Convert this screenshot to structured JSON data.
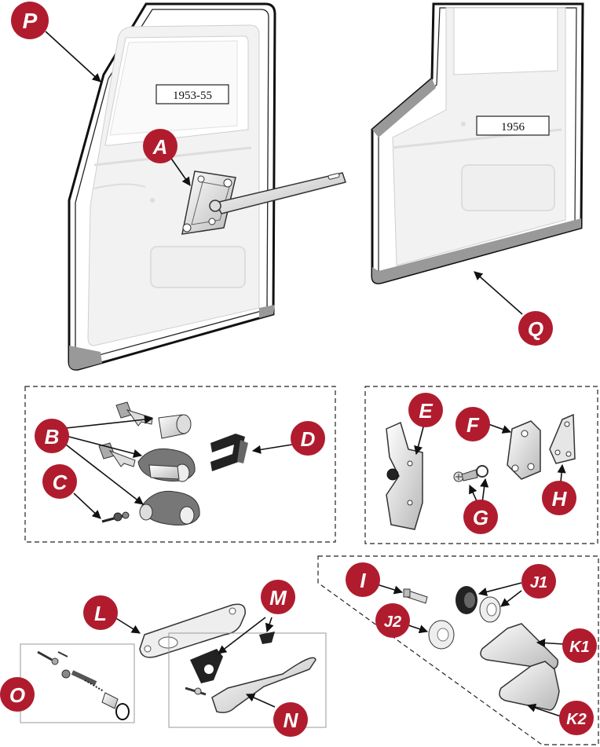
{
  "title": "Door Hardware Parts Diagram",
  "colors": {
    "badge": "#b01c2e",
    "outline": "#111111",
    "panel": "#f2f2f2"
  },
  "doors": [
    {
      "id": "door-1953-55",
      "year_label": "1953-55"
    },
    {
      "id": "door-1956",
      "year_label": "1956"
    }
  ],
  "callouts": {
    "P": "P",
    "A": "A",
    "Q": "Q",
    "B": "B",
    "C": "C",
    "D": "D",
    "E": "E",
    "F": "F",
    "G": "G",
    "H": "H",
    "I": "I",
    "J1": "J1",
    "J2": "J2",
    "K1": "K1",
    "K2": "K2",
    "L": "L",
    "M": "M",
    "N": "N",
    "O": "O"
  }
}
